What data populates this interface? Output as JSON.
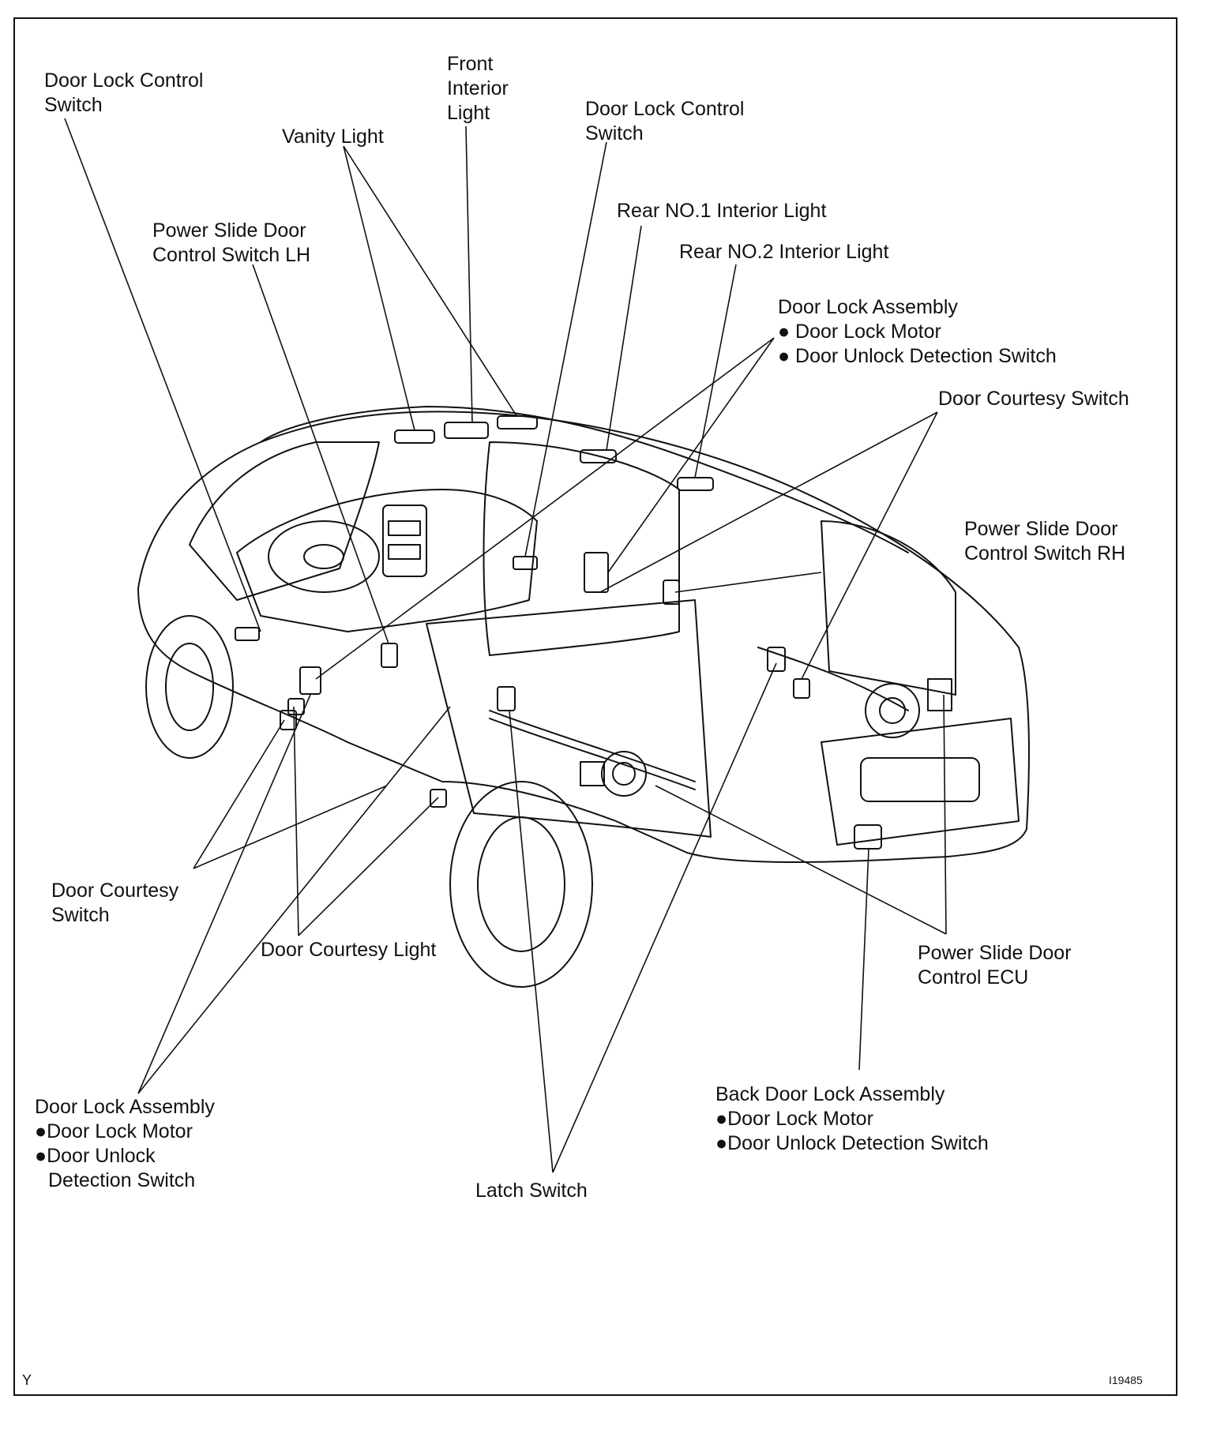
{
  "labels": {
    "door_lock_control_switch_left": [
      "Door Lock Control",
      "Switch"
    ],
    "vanity_light": [
      "Vanity Light"
    ],
    "front_interior_light": [
      "Front",
      "Interior",
      "Light"
    ],
    "door_lock_control_switch_right": [
      "Door Lock Control",
      "Switch"
    ],
    "power_slide_door_control_switch_lh": [
      "Power Slide Door",
      "Control Switch LH"
    ],
    "rear_no1_interior_light": [
      "Rear NO.1 Interior Light"
    ],
    "rear_no2_interior_light": [
      "Rear NO.2 Interior Light"
    ],
    "door_lock_assembly_right": [
      "Door Lock Assembly",
      "● Door Lock Motor",
      "● Door Unlock Detection Switch"
    ],
    "door_courtesy_switch_right": [
      "Door Courtesy Switch"
    ],
    "power_slide_door_control_switch_rh": [
      "Power Slide Door",
      "Control Switch RH"
    ],
    "door_courtesy_switch_left": [
      "Door Courtesy",
      "Switch"
    ],
    "door_courtesy_light": [
      "Door Courtesy Light"
    ],
    "power_slide_door_control_ecu": [
      "Power Slide Door",
      "Control ECU"
    ],
    "back_door_lock_assembly": [
      "Back Door Lock Assembly",
      "●Door Lock Motor",
      "●Door Unlock Detection Switch"
    ],
    "door_lock_assembly_left": [
      "Door Lock Assembly",
      "●Door Lock Motor",
      "●Door Unlock",
      "Detection Switch"
    ],
    "latch_switch": [
      "Latch Switch"
    ]
  },
  "footer": {
    "corner_letter": "Y",
    "figure_id": "I19485"
  }
}
